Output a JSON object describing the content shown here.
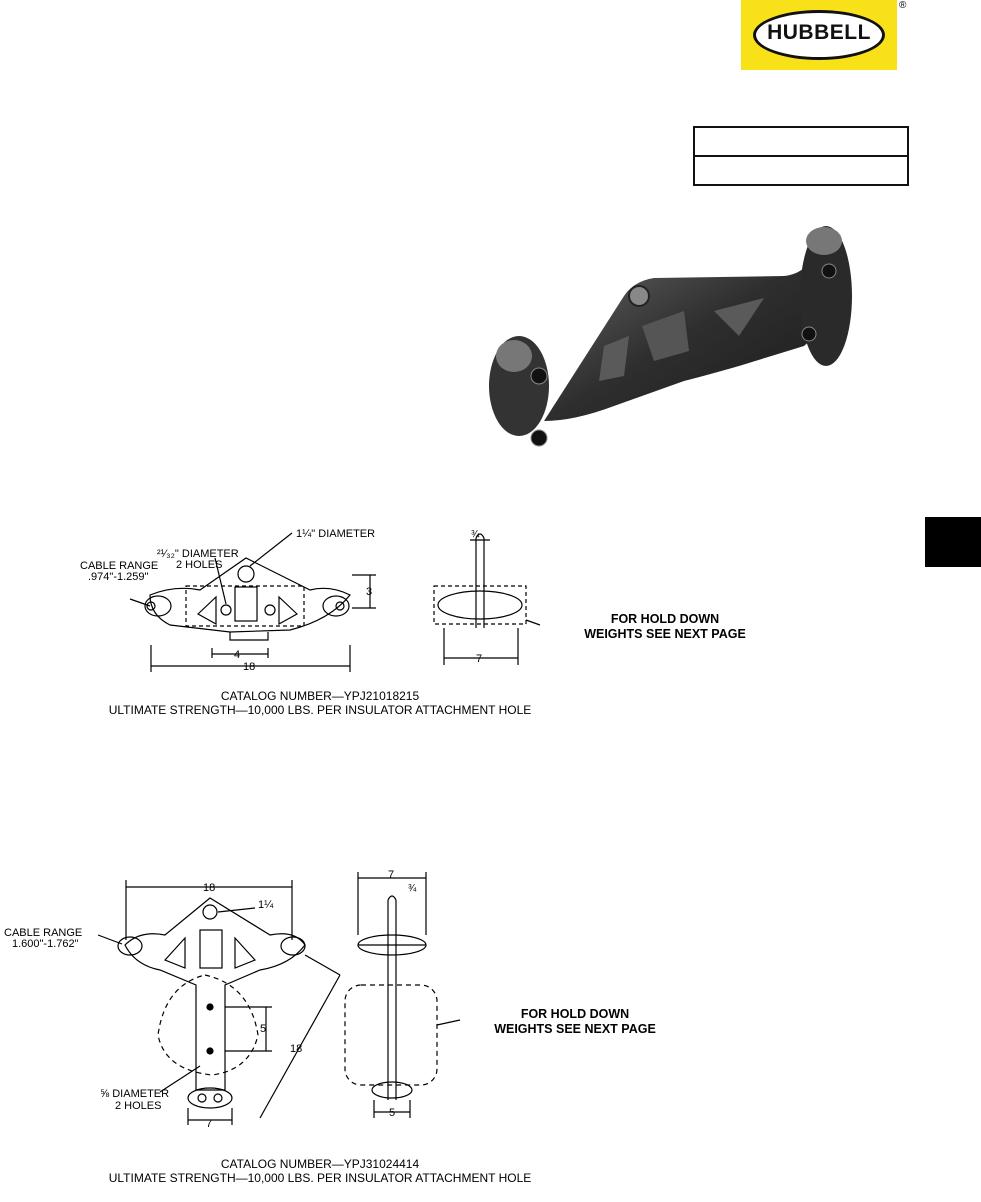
{
  "brand": {
    "name": "HUBBELL",
    "registered_mark": "®"
  },
  "drawing1": {
    "labels": {
      "diameter_large": "1¼\" DIAMETER",
      "diameter_small": "²¹⁄₃₂\" DIAMETER",
      "holes": "2 HOLES",
      "cable_range": "CABLE RANGE",
      "cable_range_value": ".974\"-1.259\"",
      "dim_3": "3",
      "dim_4": "4",
      "dim_18": "18",
      "dim_side_top": "¾",
      "dim_side_width": "7"
    },
    "note": [
      "FOR HOLD DOWN",
      "WEIGHTS SEE NEXT PAGE"
    ],
    "caption": {
      "catalog": "CATALOG NUMBER—YPJ21018215",
      "strength": "ULTIMATE STRENGTH—10,000 LBS. PER INSULATOR ATTACHMENT HOLE"
    }
  },
  "drawing2": {
    "labels": {
      "dim_18_top": "18",
      "dim_hole": "1¼",
      "cable_range": "CABLE RANGE",
      "cable_range_value": "1.600\"-1.762\"",
      "dim_5": "5",
      "dim_18_diag": "18",
      "small_diameter": "⅝ DIAMETER",
      "holes": "2 HOLES",
      "dim_7_bottom": "7",
      "side_dim_7": "7",
      "side_dim_top": "¾",
      "side_dim_5": "5"
    },
    "note": [
      "FOR HOLD DOWN",
      "WEIGHTS SEE NEXT PAGE"
    ],
    "caption": {
      "catalog": "CATALOG NUMBER—YPJ31024414",
      "strength": "ULTIMATE STRENGTH—10,000 LBS. PER INSULATOR ATTACHMENT HOLE"
    }
  }
}
